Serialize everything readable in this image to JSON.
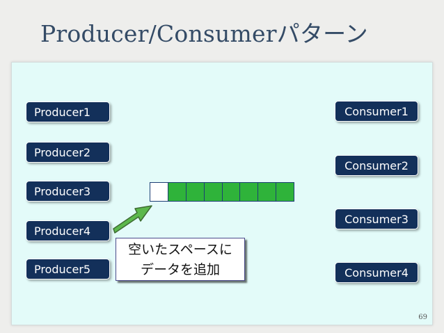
{
  "title": "Producer/Consumerパターン",
  "producers": [
    "Producer1",
    "Producer2",
    "Producer3",
    "Producer4",
    "Producer5"
  ],
  "consumers": [
    "Consumer1",
    "Consumer2",
    "Consumer3",
    "Consumer4"
  ],
  "queue": {
    "slots": 8,
    "filled": 7
  },
  "callout": {
    "line1": "空いたスペースに",
    "line2": "データを追加"
  },
  "colors": {
    "box": "#13305a",
    "slot_filled": "#2fb33a",
    "arrow": "#5cb84c",
    "panel": "#e3fbf9"
  },
  "page_number": "69"
}
